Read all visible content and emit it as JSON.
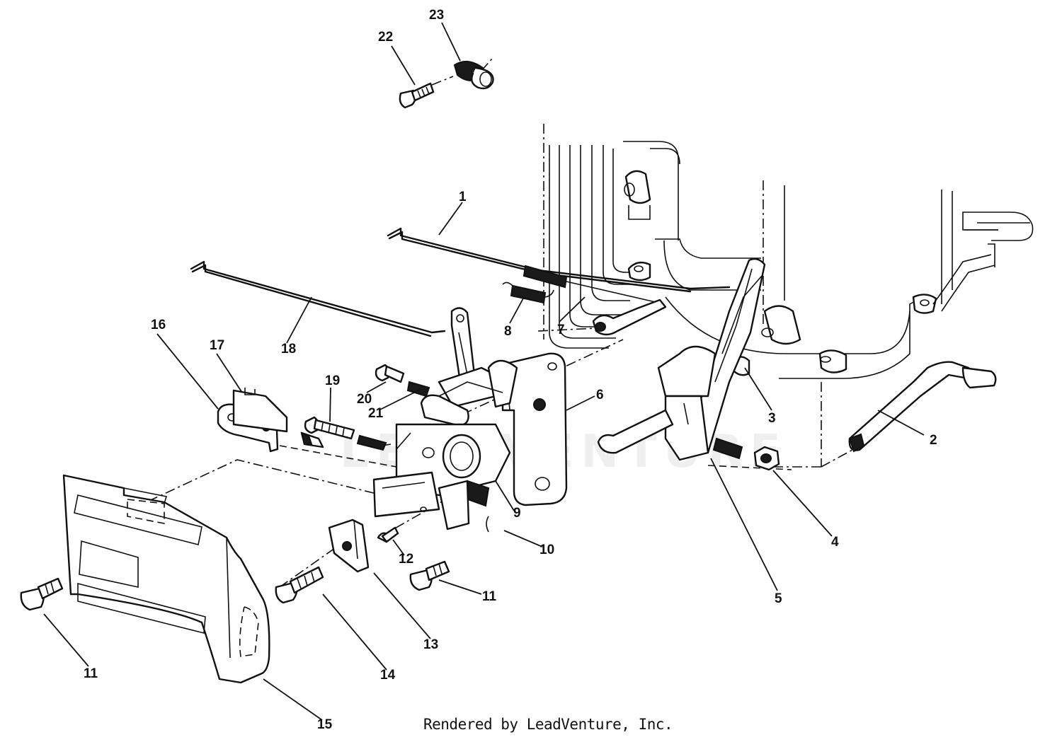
{
  "diagram": {
    "credit": "Rendered by LeadVenture, Inc.",
    "watermark": "LEADVENTURE",
    "callouts": [
      "1",
      "2",
      "3",
      "4",
      "5",
      "6",
      "7",
      "8",
      "9",
      "10",
      "11",
      "11",
      "12",
      "13",
      "14",
      "15",
      "16",
      "17",
      "18",
      "19",
      "20",
      "21",
      "22",
      "23"
    ]
  }
}
